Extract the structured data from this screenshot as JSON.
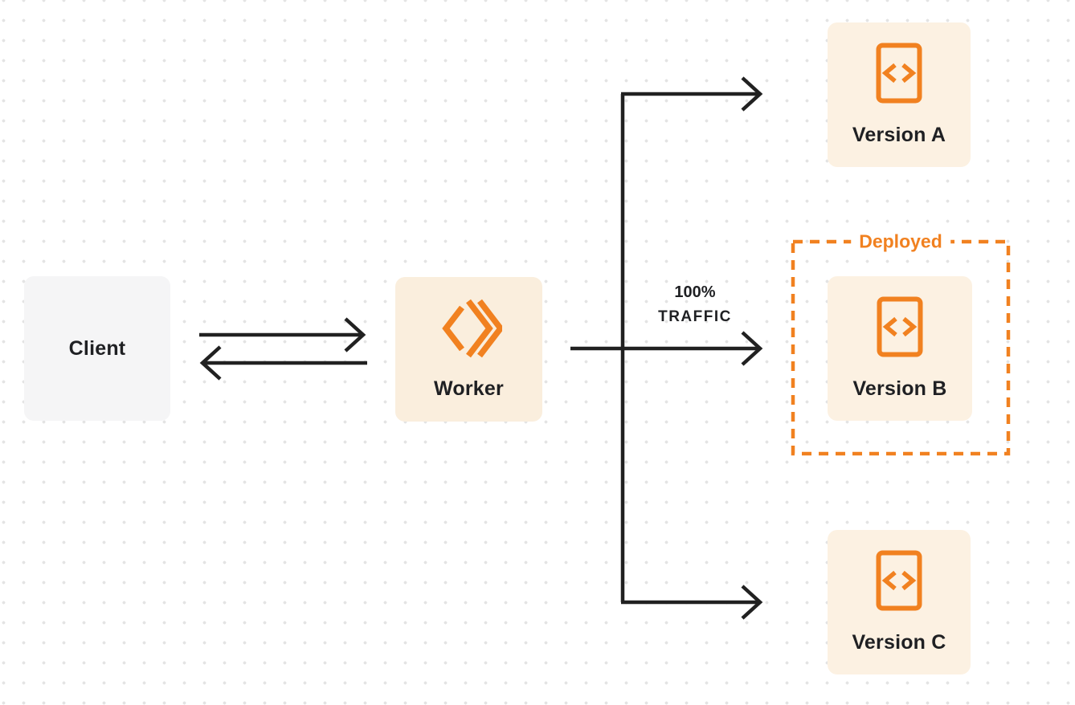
{
  "diagram": {
    "nodes": {
      "client": {
        "label": "Client"
      },
      "worker": {
        "label": "Worker"
      },
      "version_a": {
        "label": "Version A"
      },
      "version_b": {
        "label": "Version B"
      },
      "version_c": {
        "label": "Version C"
      }
    },
    "annotations": {
      "traffic_percent": "100%",
      "traffic_word": "TRAFFIC",
      "deployed": "Deployed"
    },
    "icons": {
      "worker_icon": "workers-logo-icon",
      "version_icon": "code-file-icon"
    },
    "colors": {
      "accent_orange": "#F18120",
      "node_cream": "#FBEFDF",
      "client_gray": "#F5F5F6",
      "arrow_dark": "#212121",
      "dot_grid": "#E4E4E4",
      "background": "#FFFFFF"
    }
  }
}
